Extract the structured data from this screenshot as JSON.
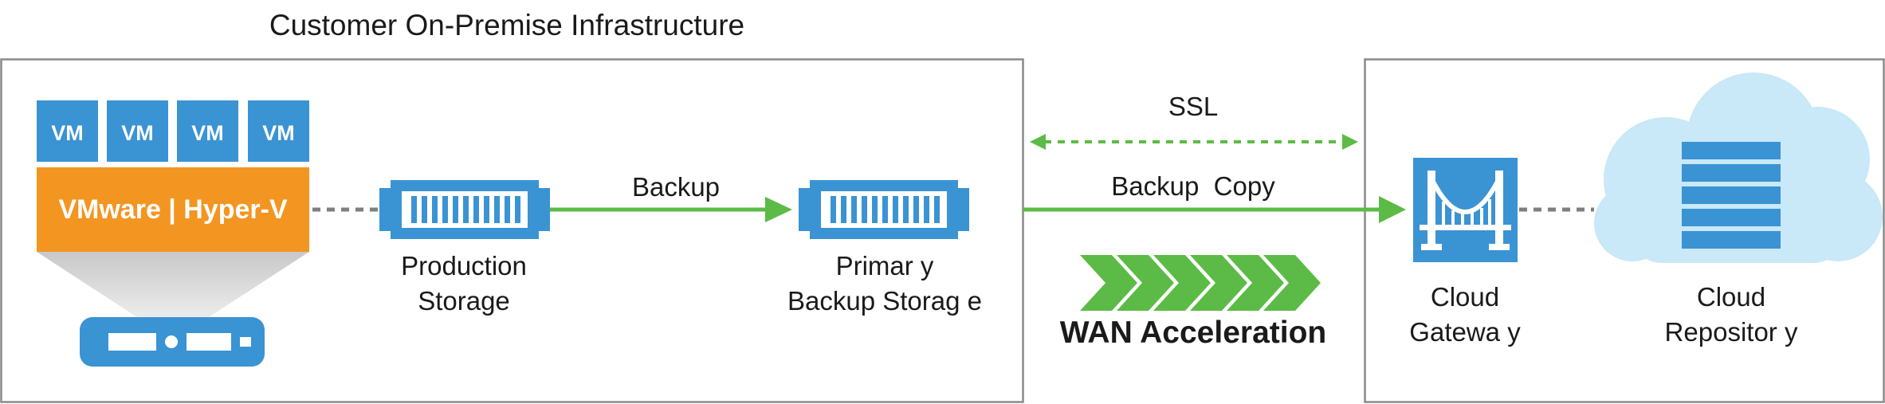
{
  "title": "Customer On-Premise Infrastructure",
  "vm_labels": [
    "VM",
    "VM",
    "VM",
    "VM"
  ],
  "hypervisor_label": "VMware | Hyper-V",
  "production_storage": [
    "Production",
    "Storage"
  ],
  "backup_label": "Backup",
  "primary_backup_storage": [
    "Primar y",
    "Backup Storag e"
  ],
  "ssl_label": "SSL",
  "backup_copy_label": "Backup  Copy",
  "wan_label": "WAN Acceleration",
  "cloud_gateway": [
    "Cloud",
    "Gatewa y"
  ],
  "cloud_repository": [
    "Cloud",
    "Repositor y"
  ],
  "colors": {
    "blue": "#3a93d3",
    "orange": "#f39521",
    "green": "#5cbb46",
    "gray_line": "#7f7f7f",
    "cloud": "#c9e8f8",
    "border": "#8a8a8a"
  }
}
